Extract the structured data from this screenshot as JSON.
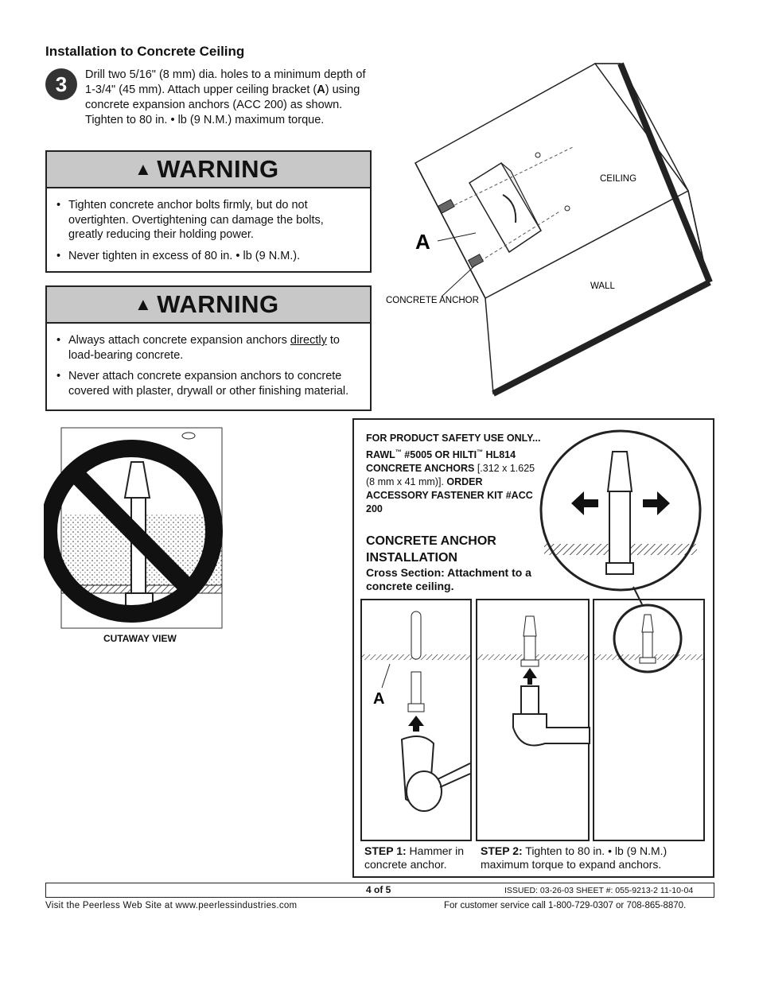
{
  "section_title": "Installation to Concrete Ceiling",
  "step_number": "3",
  "step_text_parts": {
    "before": "Drill two 5/16\" (8 mm) dia. holes to a minimum depth of 1-3/4\" (45 mm). Attach upper ceiling bracket (",
    "bold": "A",
    "after": ") using concrete expansion anchors (ACC 200) as shown. Tighten to 80 in. • lb (9 N.M.) maximum torque."
  },
  "warning1": {
    "title": "WARNING",
    "items": [
      "Tighten concrete anchor bolts firmly, but do not overtighten. Overtightening can damage the bolts, greatly reducing their holding power.",
      "Never tighten in excess of 80 in. • lb (9 N.M.)."
    ]
  },
  "warning2": {
    "title": "WARNING",
    "item1": {
      "before": "Always attach concrete expansion anchors ",
      "underline": "directly",
      "after": " to load-bearing concrete."
    },
    "item2": "Never attach concrete expansion anchors to concrete covered with plaster, drywall or other finishing material."
  },
  "top_diagram": {
    "ceiling_label": "CEILING",
    "wall_label": "WALL",
    "anchor_label": "CONCRETE ANCHOR",
    "bracket_letter": "A"
  },
  "cutaway_label": "CUTAWAY VIEW",
  "product_info": {
    "line1": "FOR PRODUCT SAFETY USE ONLY...",
    "line2a": "RAWL",
    "tm": "™",
    "line2b": " #5005 OR HILTI",
    "line2c": " HL814",
    "line3a": "CONCRETE ANCHORS",
    "line3b": " [.312 x 1.625 (8 mm x 41 mm)]. ",
    "line3c": "ORDER ACCESSORY FASTENER KIT #ACC 200"
  },
  "anchor_install_title": "CONCRETE  ANCHOR INSTALLATION",
  "cross_section": "Cross Section: Attachment to a concrete ceiling.",
  "panel_letter": "A",
  "step1": {
    "label": "STEP 1:",
    "text": " Hammer in concrete anchor."
  },
  "step2": {
    "label": "STEP 2:",
    "text": " Tighten to 80 in. • lb (9 N.M.) maximum torque to expand anchors."
  },
  "footer": {
    "page": "4 of 5",
    "issued": "ISSUED: 03-26-03  SHEET #: 055-9213-2  11-10-04",
    "visit": "Visit  the  Peerless  Web  Site  at  www.peerlessindustries.com",
    "customer": "For customer service call 1-800-729-0307 or 708-865-8870."
  }
}
